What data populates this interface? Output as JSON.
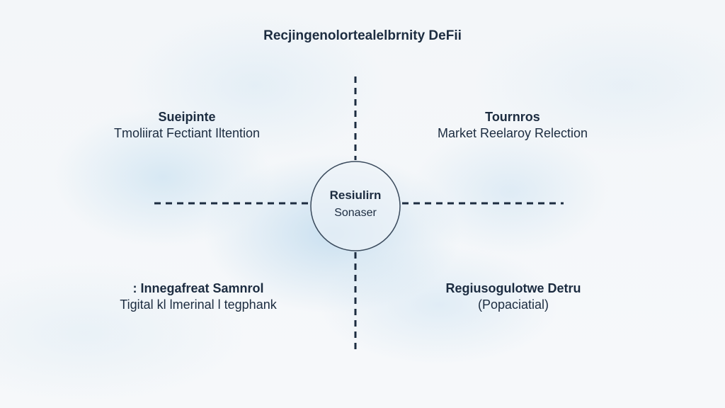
{
  "title": "Recjingenolortealelbrnity DeFii",
  "center": {
    "name": "Resiulirn",
    "sub": "Sonaser"
  },
  "quadrants": {
    "top_left": {
      "heading": "Sueipinte",
      "text": "Tmoliirat Fectiant Iltention"
    },
    "top_right": {
      "heading": "Tournros",
      "text": "Market Reelaroy Relection"
    },
    "bottom_left": {
      "heading": ": Innegafreat Samnrol",
      "text": "Tigital kl lmerinal l tegphank"
    },
    "bottom_right": {
      "heading": "Regiusogulotwe Detru",
      "text": "(Popaciatial)"
    }
  },
  "colors": {
    "ink": "#1c2c40",
    "axis": "#1c2c40",
    "circle": "#3a4a5c"
  }
}
